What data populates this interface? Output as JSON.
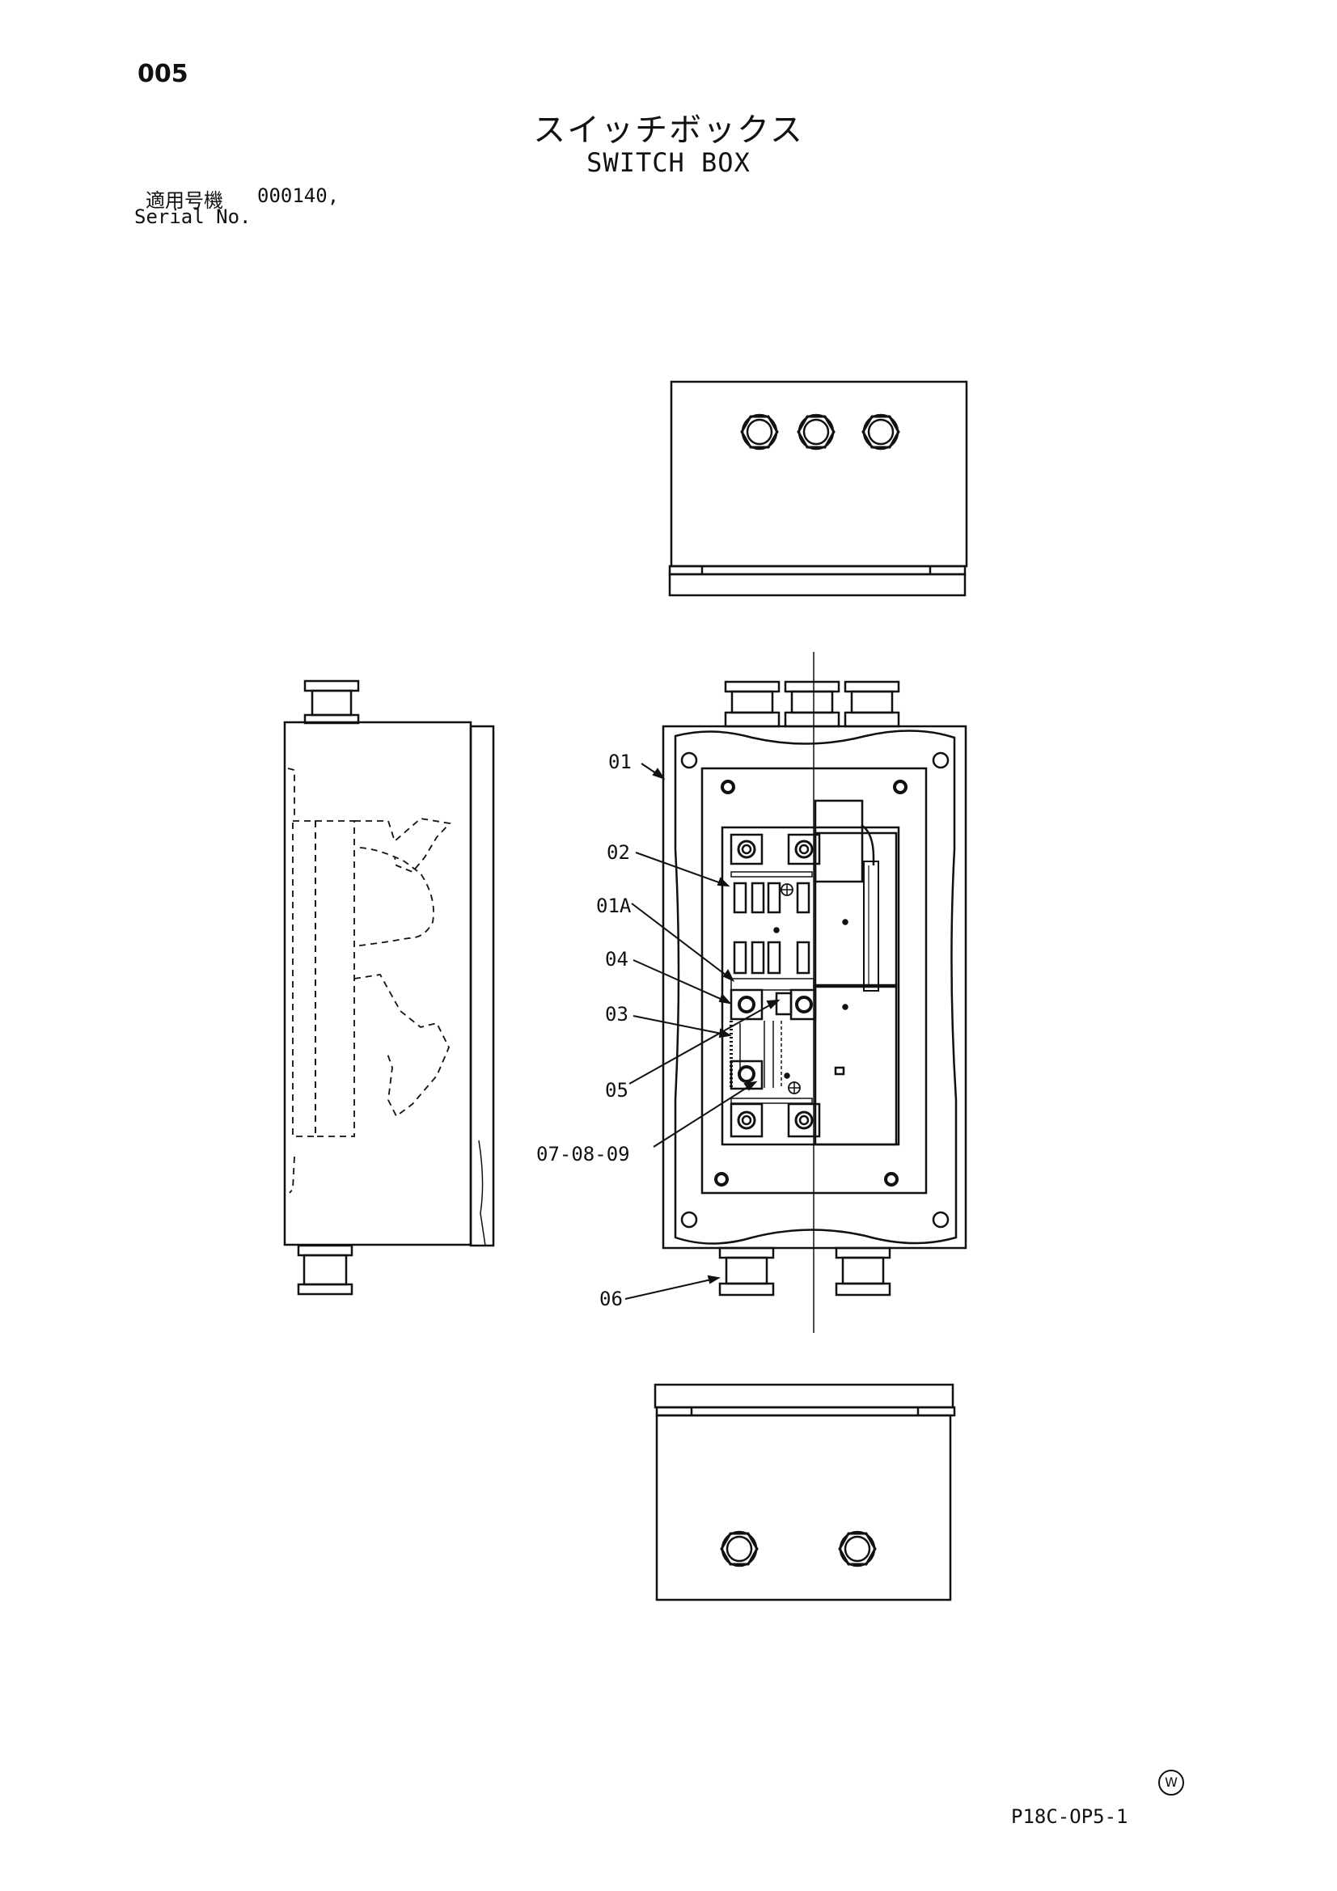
{
  "page": {
    "number": "005",
    "title_jp": "スイッチボックス",
    "title_en": "SWITCH BOX",
    "serial_label_jp": "適用号機",
    "serial_value": "000140,",
    "serial_label_en": "Serial No.",
    "drawing_code": "P18C-OP5-1",
    "mark": "W"
  },
  "callouts": [
    {
      "id": "01",
      "label": "01"
    },
    {
      "id": "02",
      "label": "02"
    },
    {
      "id": "01A",
      "label": "01A"
    },
    {
      "id": "04",
      "label": "04"
    },
    {
      "id": "03",
      "label": "03"
    },
    {
      "id": "05",
      "label": "05"
    },
    {
      "id": "07-08-09",
      "label": "07-08-09"
    },
    {
      "id": "06",
      "label": "06"
    }
  ]
}
